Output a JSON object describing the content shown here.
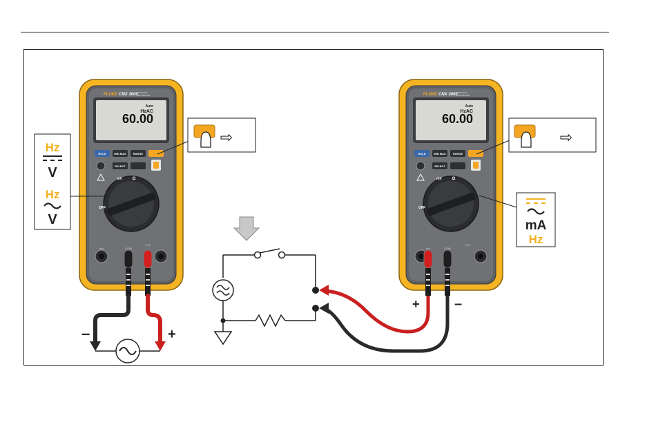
{
  "meters": {
    "left": {
      "brand": "FLUKE",
      "model": "CNX 3000",
      "subtitle_line1": "WIRELESS",
      "subtitle_line2": "MULTIMETER",
      "display_mode": "Auto",
      "display_unit": "HzAC",
      "display_value": "60.00",
      "btn_hold": "HOLD",
      "btn_minmax": "MIN MAX",
      "btn_range": "RANGE",
      "btn_select": "SELECT",
      "dial_off": "OFF",
      "dial_mv": "mV",
      "dial_ohm": "Ω",
      "jack_left": "mA",
      "jack_mid": "COM",
      "jack_right": "V Ω"
    },
    "right": {
      "brand": "FLUKE",
      "model": "CNX 3000",
      "subtitle_line1": "WIRELESS",
      "subtitle_line2": "MULTIMETER",
      "display_mode": "Auto",
      "display_unit": "HzAC",
      "display_value": "60.00",
      "btn_hold": "HOLD",
      "btn_minmax": "MIN MAX",
      "btn_range": "RANGE",
      "btn_select": "SELECT",
      "dial_off": "OFF",
      "dial_mv": "mV",
      "dial_ohm": "Ω",
      "jack_left": "mA",
      "jack_mid": "COM",
      "jack_right": "V Ω"
    }
  },
  "callouts": {
    "left_function_box": {
      "line1": "Hz",
      "line2": "V",
      "line3": "Hz",
      "line4": "V"
    },
    "right_function_box": {
      "line1": "mA",
      "line2": "Hz"
    },
    "press_arrow": "⇨"
  },
  "polarity": {
    "left_minus": "–",
    "left_plus": "+",
    "right_plus": "+",
    "right_minus": "–"
  },
  "colors": {
    "meter_yellow": "#f5b422",
    "meter_body": "#6b6d70",
    "highlight_yellow": "#f2b01e",
    "lead_red": "#cc1f1f",
    "lead_black": "#222222",
    "press_key": "#f4a623"
  }
}
